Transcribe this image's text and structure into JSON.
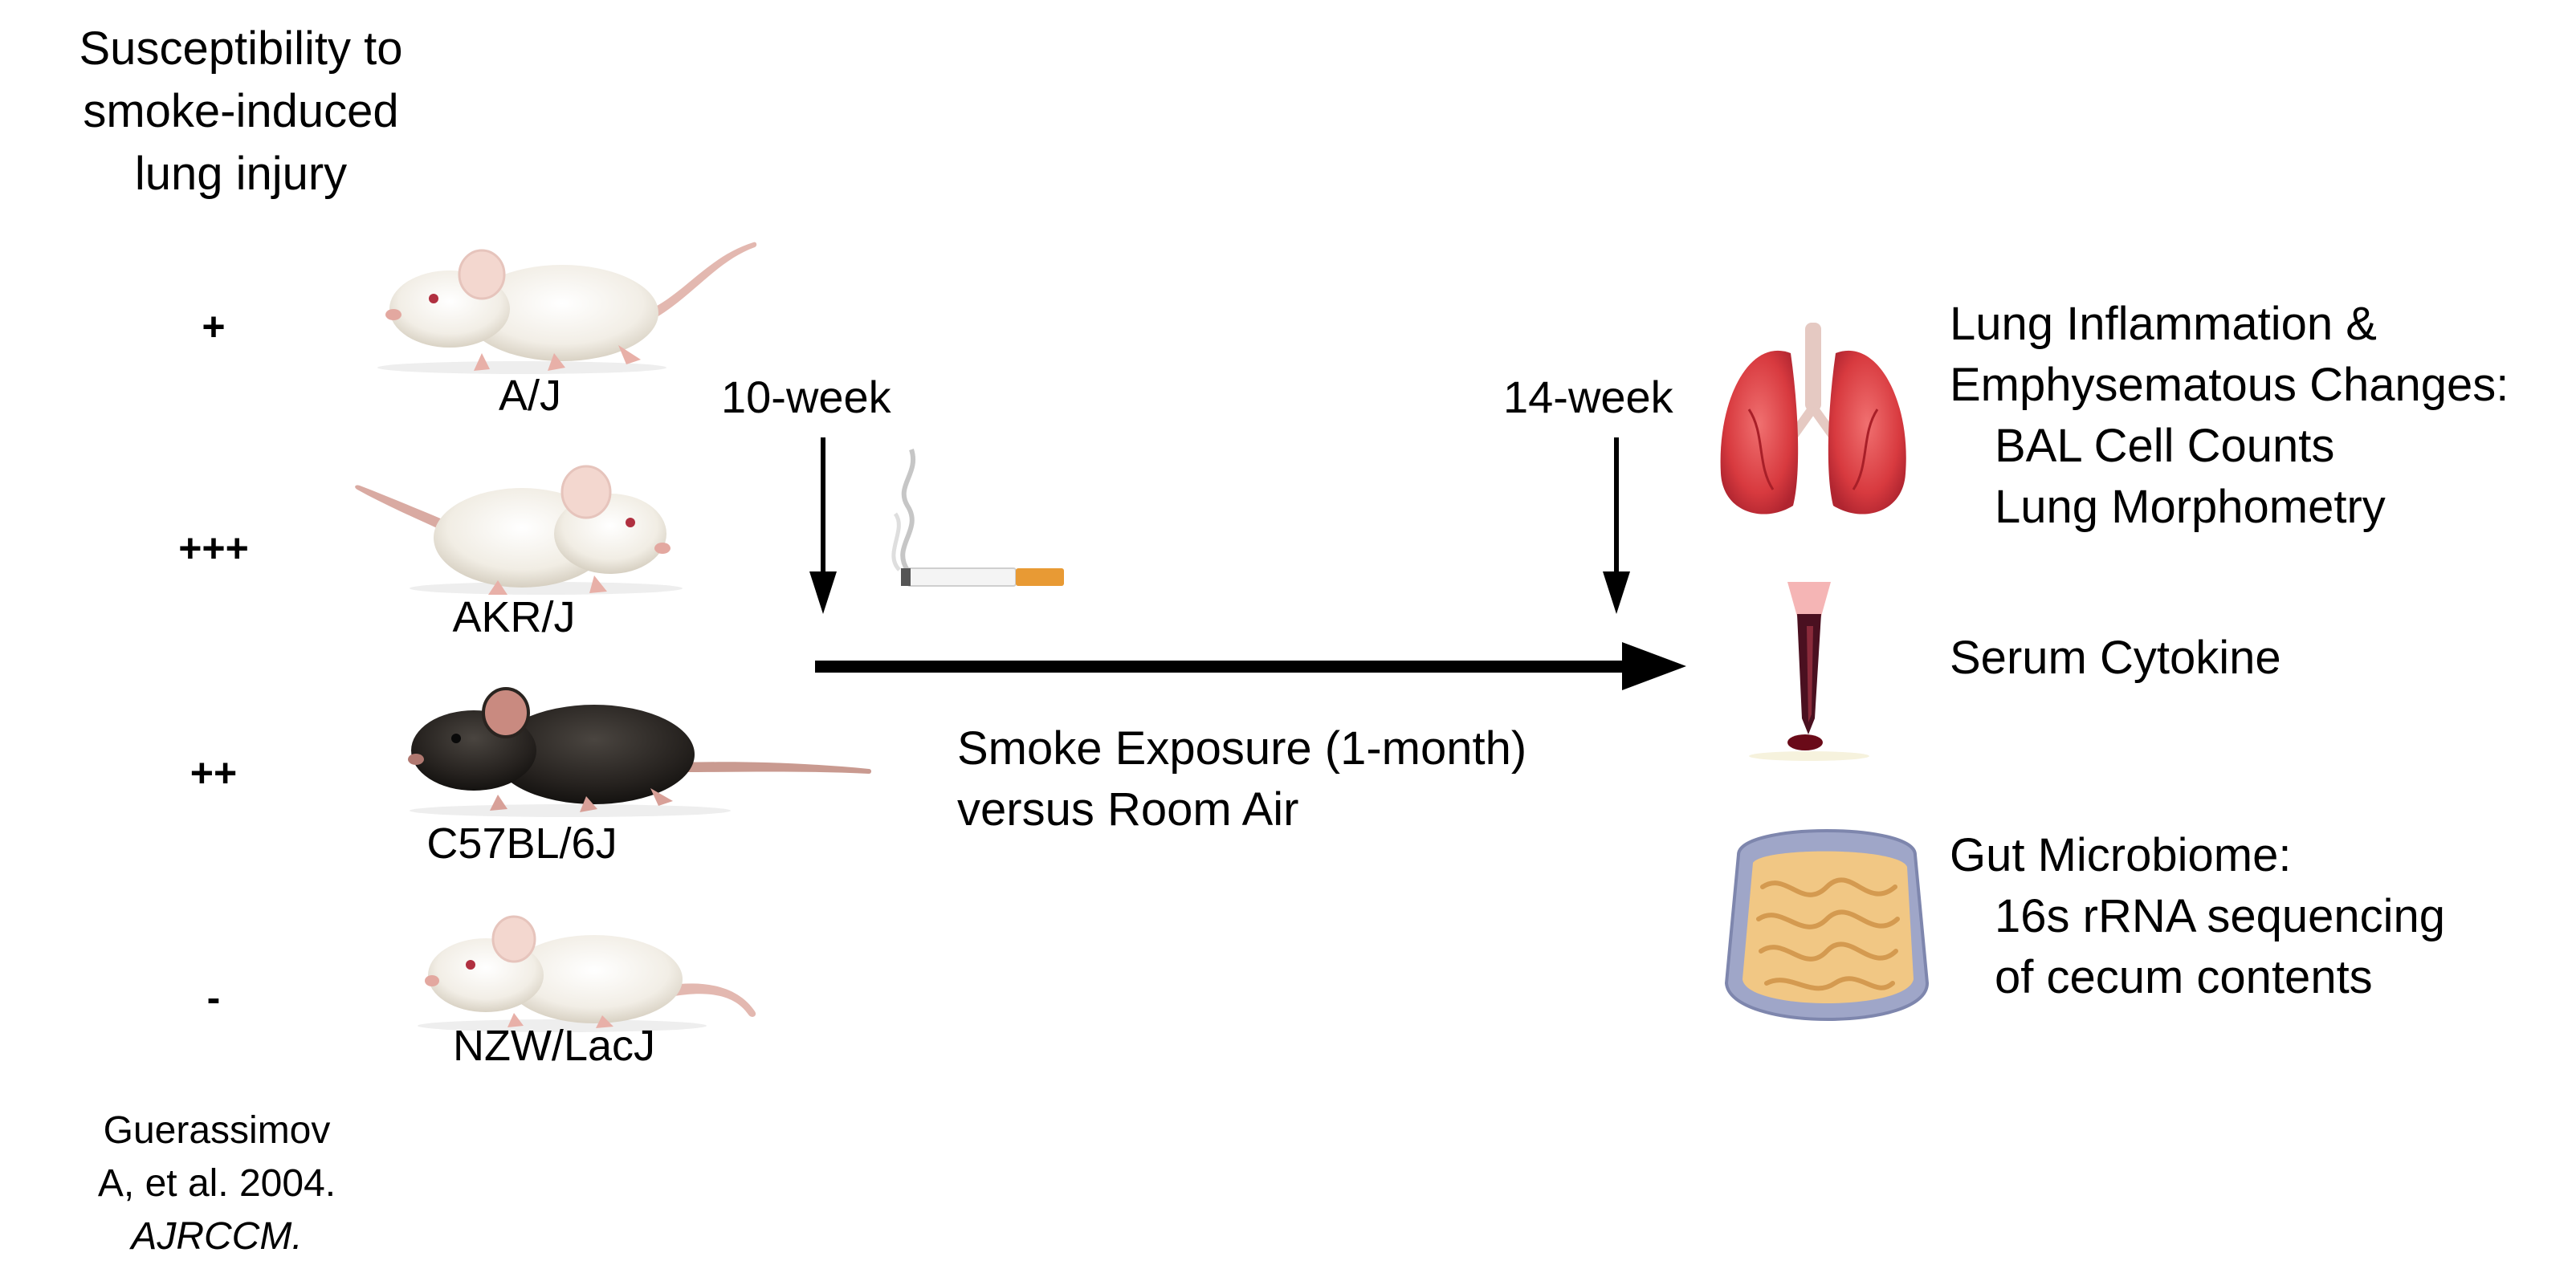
{
  "header": {
    "title_lines": [
      "Susceptibility to",
      "smoke-induced",
      "lung injury"
    ]
  },
  "strains": [
    {
      "susceptibility": "+",
      "name": "A/J",
      "coat": "white"
    },
    {
      "susceptibility": "+++",
      "name": "AKR/J",
      "coat": "white"
    },
    {
      "susceptibility": "++",
      "name": "C57BL/6J",
      "coat": "black"
    },
    {
      "susceptibility": "-",
      "name": "NZW/LacJ",
      "coat": "white"
    }
  ],
  "timeline": {
    "start_label": "10-week",
    "end_label": "14-week",
    "exposure_lines": [
      "Smoke Exposure (1-month)",
      "versus Room Air"
    ]
  },
  "outcomes": {
    "lung": {
      "title_lines": [
        "Lung Inflammation &",
        "Emphysematous Changes:"
      ],
      "items": [
        "BAL Cell Counts",
        "Lung Morphometry"
      ]
    },
    "serum": {
      "title": "Serum Cytokine"
    },
    "gut": {
      "title": "Gut Microbiome:",
      "items": [
        "16s rRNA sequencing",
        "of cecum contents"
      ]
    }
  },
  "citation": {
    "line1": "Guerassimov",
    "line2": "A, et al. 2004.",
    "journal": "AJRCCM."
  },
  "icons": [
    "mouse-icon",
    "cigarette-icon",
    "lungs-icon",
    "blood-drop-icon",
    "intestine-icon"
  ]
}
